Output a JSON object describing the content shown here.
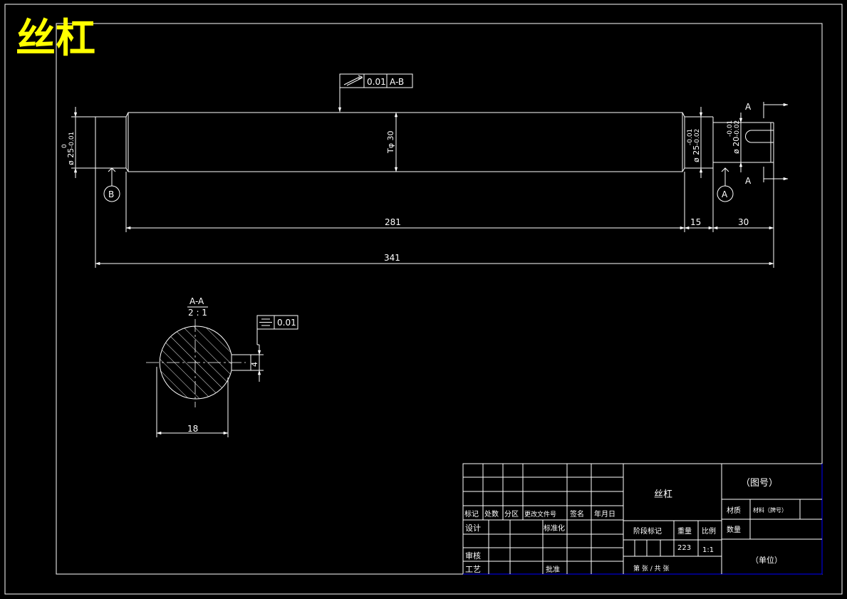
{
  "title": "丝杠",
  "colors": {
    "line": "#ffffff",
    "title": "#ffff00",
    "border_blue": "#0000ff",
    "background": "#000000"
  },
  "dimensions": {
    "d_left_main": "ø 25",
    "d_left_tol_up": "0",
    "d_left_tol_dn": "-0.01",
    "d_body": "Tφ 30",
    "d_right1_main": "ø 25",
    "d_right1_tol_up": "-0.01",
    "d_right1_tol_dn": "-0.02",
    "d_right2_main": "ø 20",
    "d_right2_tol_up": "-0.01",
    "d_right2_tol_dn": "-0.02",
    "len_281": "281",
    "len_15": "15",
    "len_30": "30",
    "len_341": "341",
    "key_width": "4",
    "section_dia": "18"
  },
  "datums": {
    "left": "B",
    "right": "A"
  },
  "section_marks": {
    "top": "A",
    "bottom": "A"
  },
  "tolerances": {
    "runout_value": "0.01",
    "runout_datum": "A-B",
    "symmetry_value": "0.01"
  },
  "section": {
    "name": "A-A",
    "scale": "2 : 1"
  },
  "title_block": {
    "part_name": "丝杠",
    "drawing_no": "（图号）",
    "material": "材料（牌号）",
    "unit": "（单位）",
    "weight": "223",
    "scale": "1:1",
    "hdr_mark": "标记",
    "hdr_count": "处数",
    "hdr_zone": "分区",
    "hdr_change": "更改文件号",
    "hdr_sign": "签名",
    "hdr_date": "年月日",
    "design": "设计",
    "standardize": "标准化",
    "review": "审核",
    "process": "工艺",
    "approve": "批准",
    "stage_mark": "阶段标记",
    "weight_label": "重量",
    "scale_label": "比例",
    "material_label": "材质",
    "quantity_label": "数量",
    "sheet_info": "第    张  /  共    张"
  }
}
